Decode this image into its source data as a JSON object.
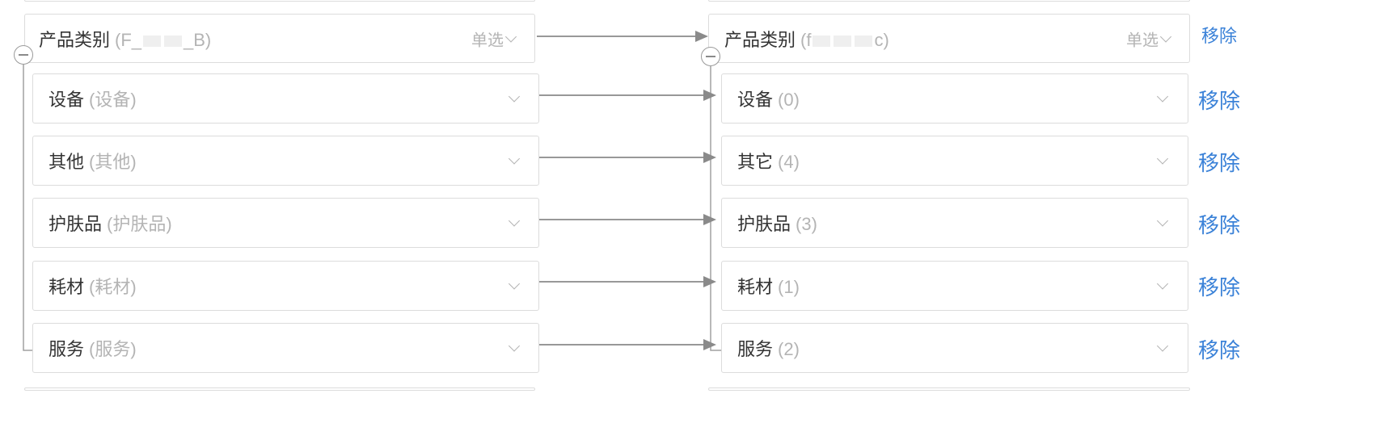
{
  "left": {
    "parent": {
      "label": "产品类别",
      "code": "(F_",
      "code_tail": "_B)",
      "mode": "单选"
    },
    "items": [
      {
        "label": "设备",
        "sub": "(设备)"
      },
      {
        "label": "其他",
        "sub": "(其他)"
      },
      {
        "label": "护肤品",
        "sub": "(护肤品)"
      },
      {
        "label": "耗材",
        "sub": "(耗材)"
      },
      {
        "label": "服务",
        "sub": "(服务)"
      }
    ]
  },
  "right": {
    "parent": {
      "label": "产品类别",
      "code": "(f",
      "code_tail": "c)",
      "mode": "单选"
    },
    "items": [
      {
        "label": "设备",
        "sub": "(0)"
      },
      {
        "label": "其它",
        "sub": "(4)"
      },
      {
        "label": "护肤品",
        "sub": "(3)"
      },
      {
        "label": "耗材",
        "sub": "(1)"
      },
      {
        "label": "服务",
        "sub": "(2)"
      }
    ]
  },
  "actions": {
    "remove": "移除"
  },
  "colors": {
    "link": "#3b82d8",
    "border": "#dcdcdc",
    "connector": "#8a8a8a"
  }
}
